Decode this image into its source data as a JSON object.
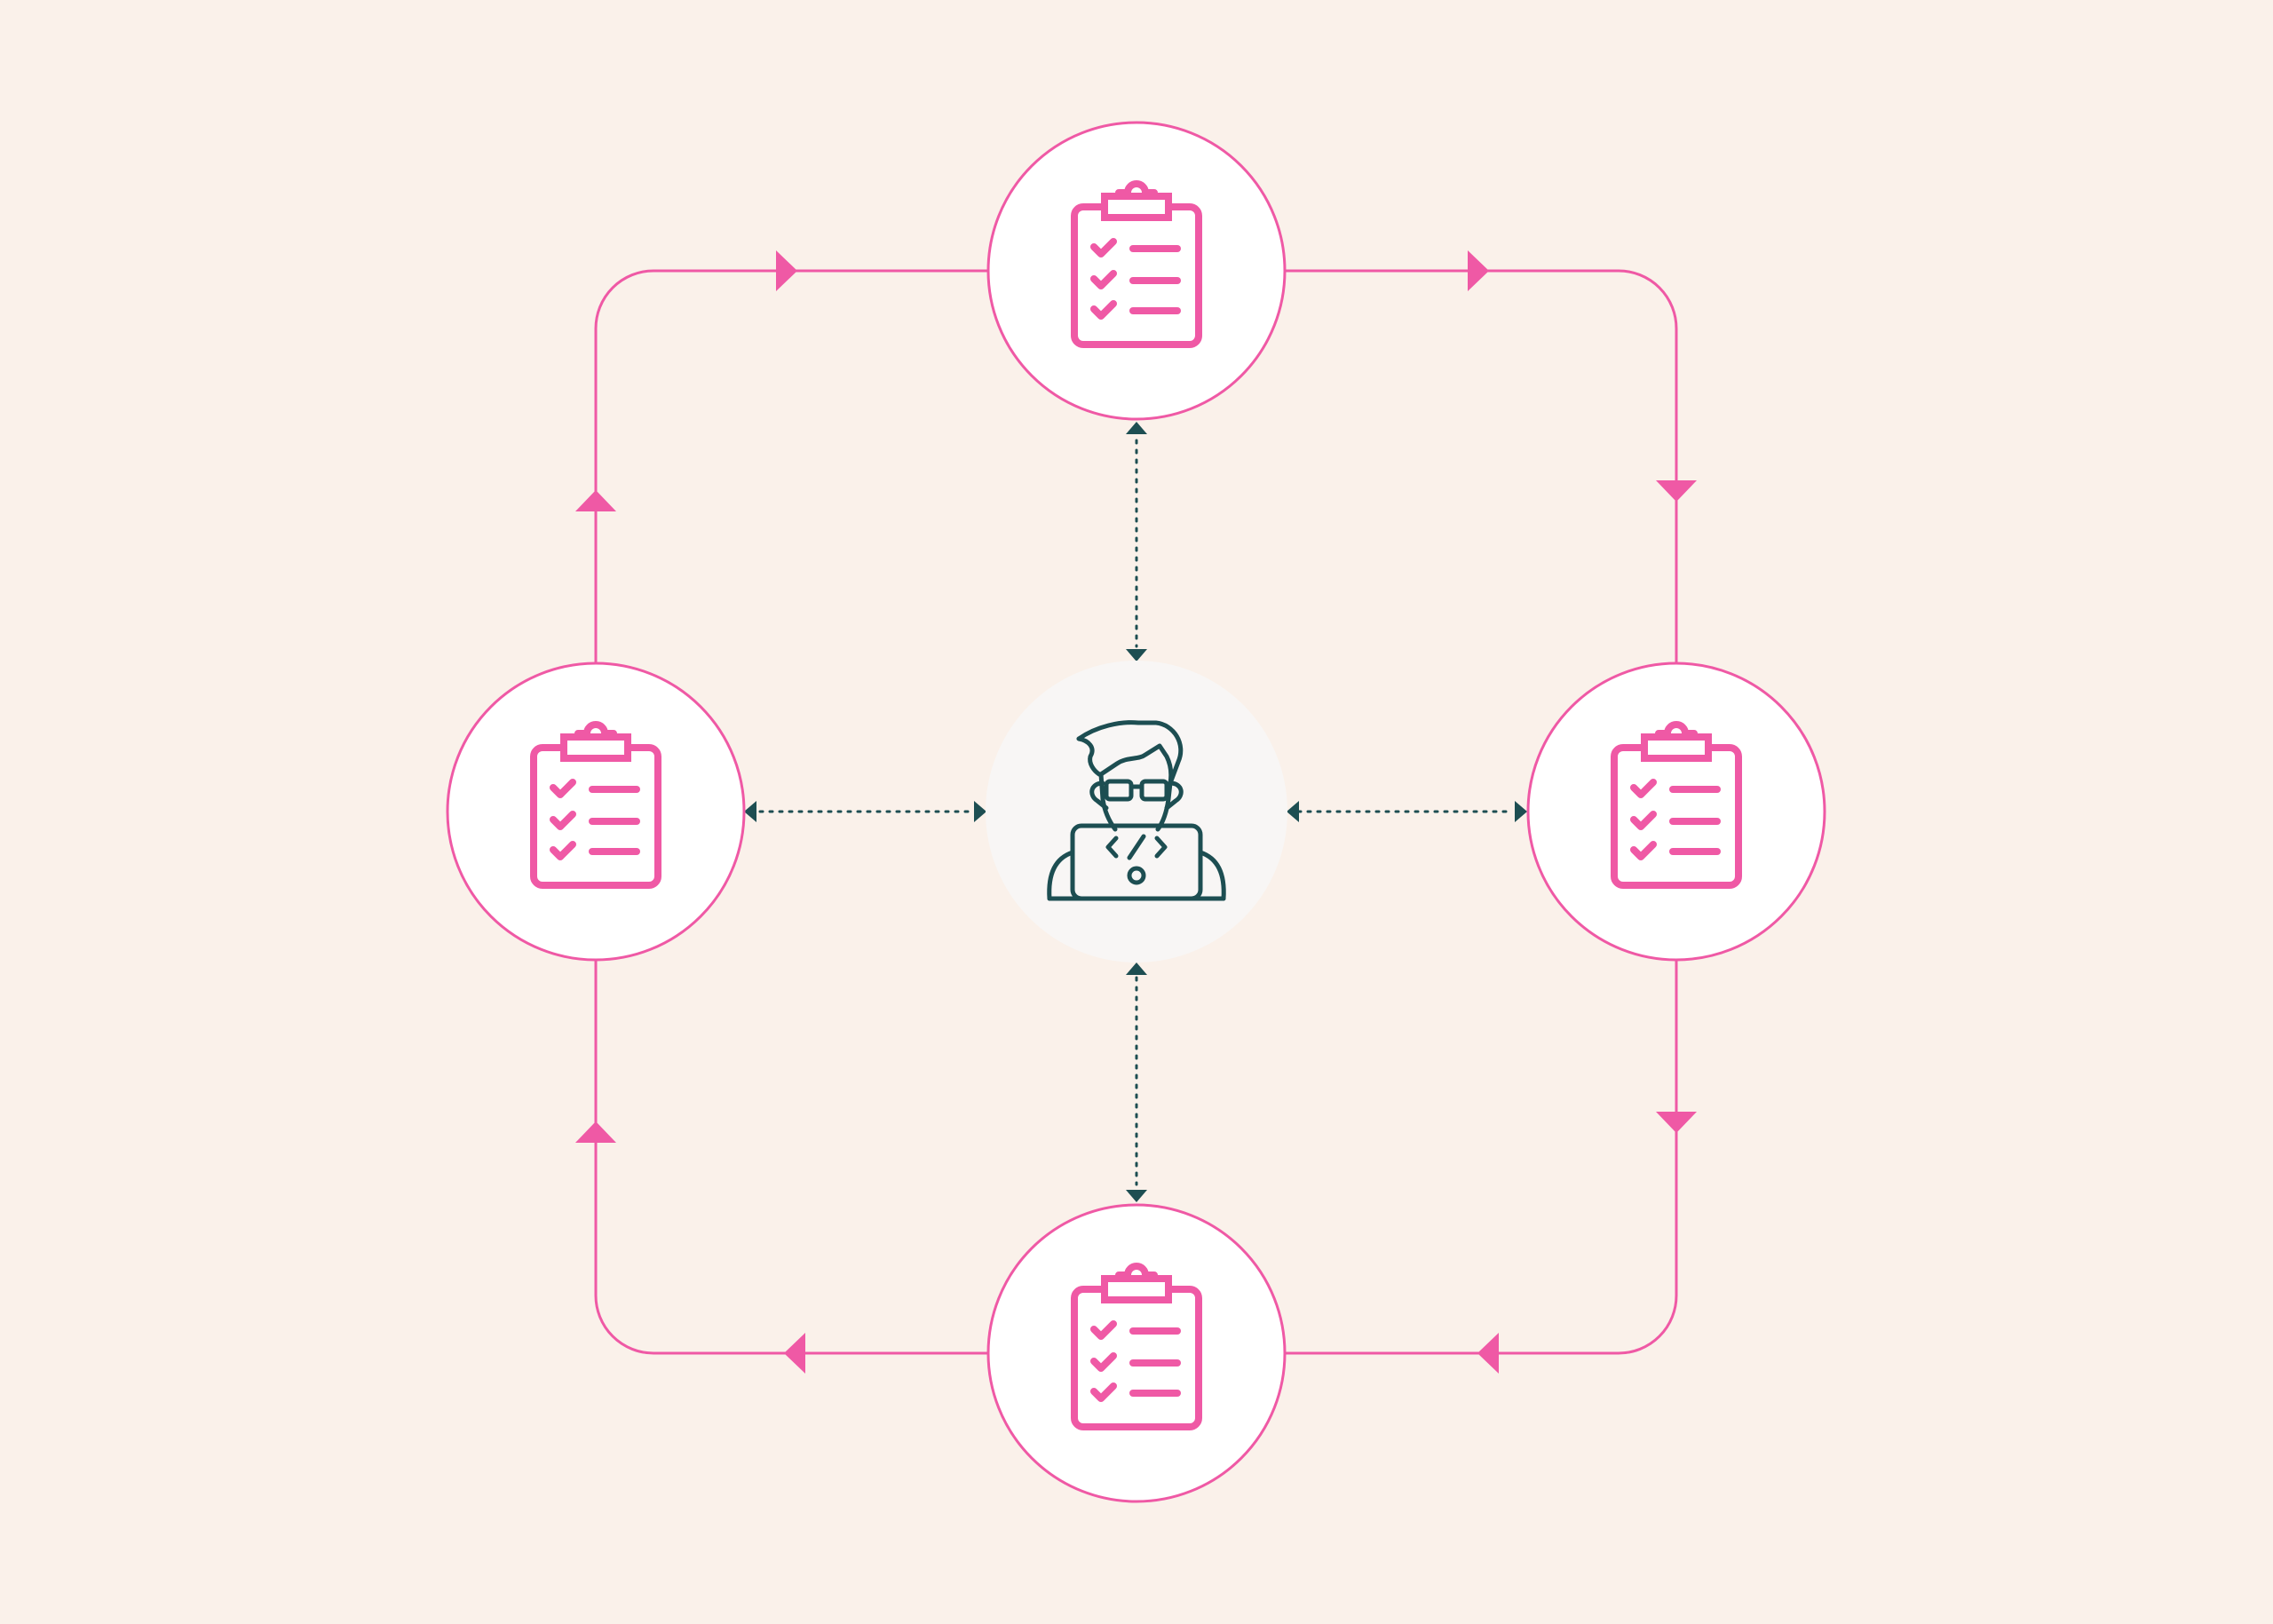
{
  "diagram": {
    "type": "cycle-workflow",
    "colors": {
      "background": "#FAF1EA",
      "cycle_line": "#EF59A5",
      "node_fill": "#FFFFFF",
      "node_border": "#EF59A5",
      "center_fill": "#F8F6F5",
      "connector": "#1D4E52",
      "developer_icon": "#1D4E52"
    },
    "center_node": {
      "icon": "developer-icon",
      "label": ""
    },
    "nodes": [
      {
        "id": "top",
        "icon": "checklist-clipboard-icon",
        "label": ""
      },
      {
        "id": "right",
        "icon": "checklist-clipboard-icon",
        "label": ""
      },
      {
        "id": "bottom",
        "icon": "checklist-clipboard-icon",
        "label": ""
      },
      {
        "id": "left",
        "icon": "checklist-clipboard-icon",
        "label": ""
      }
    ],
    "cycle_direction": "clockwise",
    "center_connections": "bidirectional-dotted"
  }
}
